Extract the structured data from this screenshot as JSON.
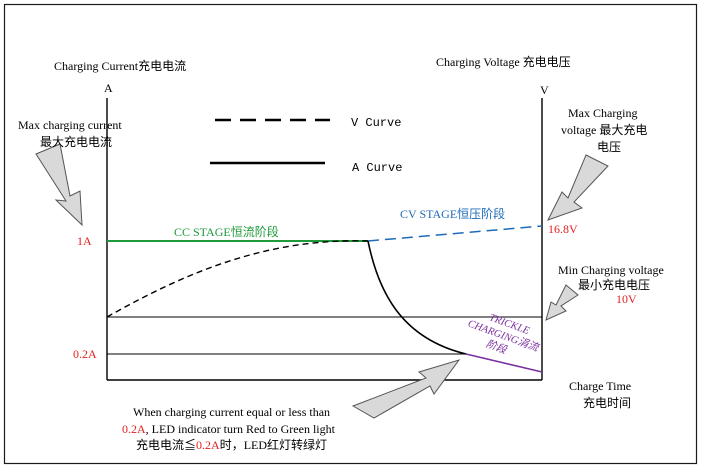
{
  "colors": {
    "frame": "#1a1a1a",
    "axis": "#000000",
    "cc_green": "#1f9a3a",
    "cv_blue": "#1e6bb8",
    "trickle_purple": "#7a2fa0",
    "red_value": "#e41f1f",
    "arrow_fill": "#d9d9d9",
    "arrow_stroke": "#555555",
    "text": "#000000"
  },
  "left_axis": {
    "title": "Charging Current充电电流",
    "unit": "A",
    "max_label_line1": "Max charging current",
    "max_label_line2": "最大充电电流",
    "tick_max": "1A",
    "tick_min": "0.2A"
  },
  "right_axis": {
    "title": "Charging Voltage 充电电压",
    "unit": "V",
    "max_label_line1": "Max Charging",
    "max_label_line2": "voltage 最大充电",
    "max_label_line3": "电压",
    "tick_max": "16.8V",
    "min_label_line1": "Min Charging voltage",
    "min_label_line2": "最小充电电压",
    "tick_min": "10V"
  },
  "legend": {
    "v_curve": "V Curve",
    "a_curve": "A Curve"
  },
  "stages": {
    "cc": "CC STAGE恒流阶段",
    "cv": "CV STAGE恒压阶段",
    "trickle_line1": "TRICKLE",
    "trickle_line2": "CHARGING涓流",
    "trickle_line3": "阶段"
  },
  "x_axis": {
    "label_line1": "Charge Time",
    "label_line2": "充电时间"
  },
  "note": {
    "line1": "When charging current equal or less than",
    "line2_red": "0.2A",
    "line2_rest": ", LED indicator turn Red to Green light",
    "line3_a": "充电电流≦",
    "line3_red": "0.2A",
    "line3_b": "时，LED红灯转绿灯"
  }
}
